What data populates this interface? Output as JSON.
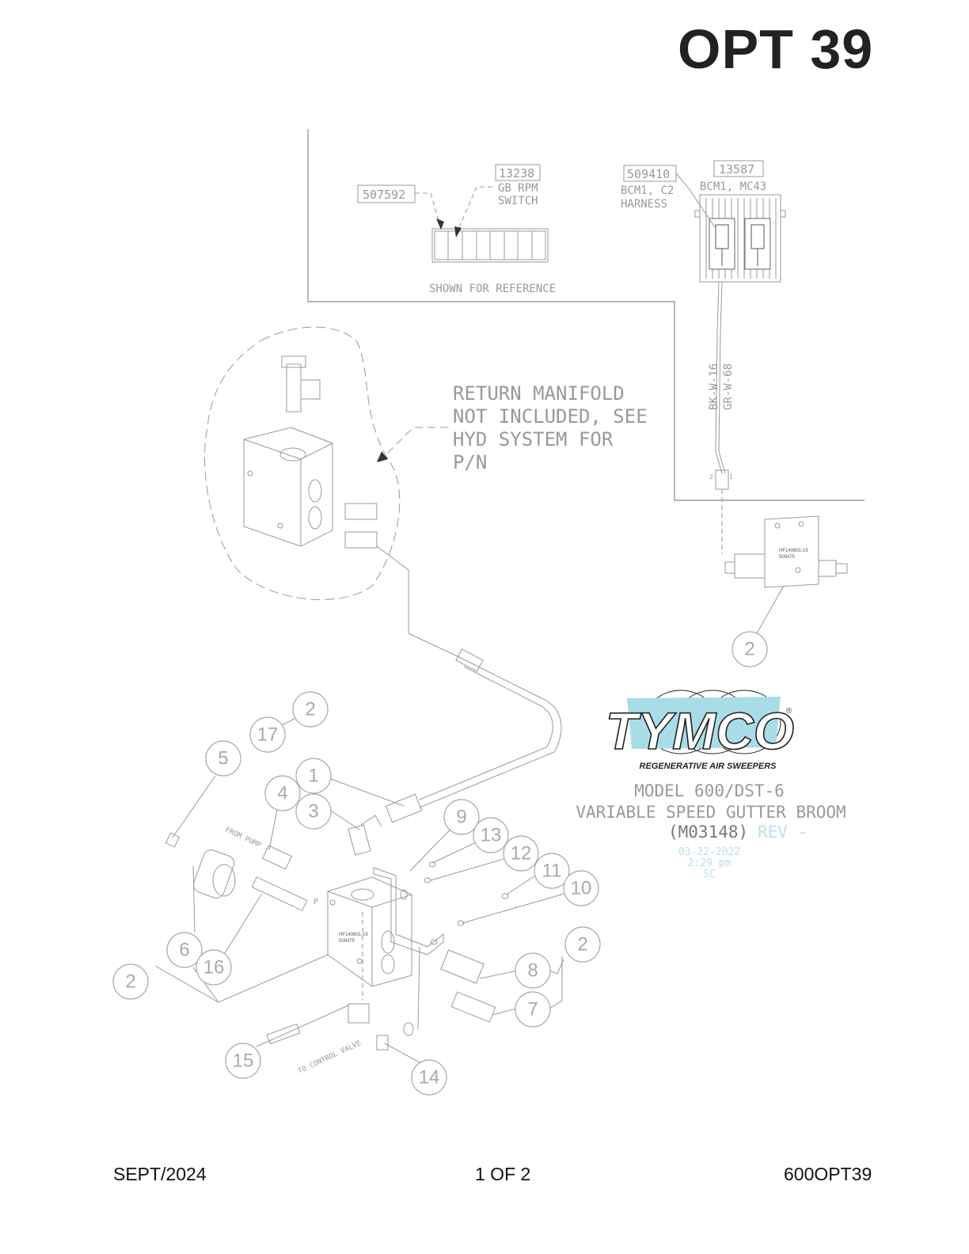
{
  "header": {
    "title": "OPT 39"
  },
  "footer": {
    "date": "SEPT/2024",
    "page": "1 OF 2",
    "doc_number": "600OPT39"
  },
  "callouts": {
    "part_507592": "507592",
    "part_13238": "13238",
    "gb_rpm_line1": "GB RPM",
    "gb_rpm_line2": "SWITCH",
    "part_509410": "509410",
    "bcm1_c2_line1": "BCM1, C2",
    "bcm1_c2_line2": "HARNESS",
    "part_13587": "13587",
    "bcm1_mc43": "BCM1, MC43",
    "shown_for_reference": "SHOWN FOR REFERENCE",
    "wire_1": "BK-W-16",
    "wire_2": "GR-W-68",
    "connector_pin_2": "2",
    "connector_pin_1": "1",
    "valve_label_1": "HF140601-19",
    "valve_label_2": "509475",
    "return_manifold_note": [
      "RETURN MANIFOLD",
      "NOT INCLUDED, SEE",
      "HYD SYSTEM FOR",
      "P/N"
    ],
    "from_pump": "FROM PUMP",
    "to_control_valve": "TO CONTROL VALVE",
    "port_p": "P"
  },
  "balloons": {
    "b2a": "2",
    "b2b": "2",
    "b2c": "2",
    "b2d": "2",
    "b17": "17",
    "b5": "5",
    "b1": "1",
    "b4": "4",
    "b3": "3",
    "b9": "9",
    "b13": "13",
    "b12": "12",
    "b11": "11",
    "b10": "10",
    "b6": "6",
    "b16": "16",
    "b8": "8",
    "b7": "7",
    "b15": "15",
    "b14": "14"
  },
  "title_block": {
    "logo_text": "TYMCO",
    "logo_tagline": "REGENERATIVE AIR SWEEPERS",
    "registered_mark": "®",
    "model": "MODEL 600/DST-6",
    "description": "VARIABLE SPEED GUTTER BROOM",
    "drawing_number": "(M03148)",
    "revision": "REV -",
    "date": "03-22-2022",
    "time": "2:29 pm",
    "initials": "SC"
  },
  "colors": {
    "logo_accent": "#a8dde8",
    "revision_text": "#b8e2ea",
    "line": "#999999"
  }
}
